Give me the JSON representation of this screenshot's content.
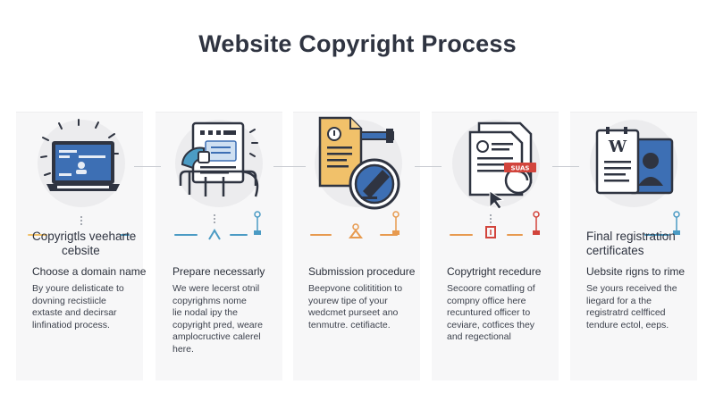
{
  "title": "Website Copyright Process",
  "colors": {
    "dark": "#2f3441",
    "blue": "#3d6fb4",
    "orange": "#e79a4f",
    "red": "#d2443c",
    "teal": "#4b9bc4",
    "yellow": "#f1c16a"
  },
  "steps": [
    {
      "icon": "laptop-website-icon",
      "heading_lines": [
        "Copyrigtls veeharte",
        "cebsite"
      ],
      "subheading": "Choose a domain name",
      "description_lines": [
        "By youre delisticate to",
        "dovning recistiicle",
        "extaste and decirsar",
        "linfinatiod process."
      ]
    },
    {
      "icon": "document-form-icon",
      "heading_lines": [],
      "subheading": "Prepare necessarly",
      "description_lines": [
        "We were lecerst otnil",
        "copyrighms nome",
        "lie nodal ipy the",
        "copyright pred, weare",
        "amplocructive calerel",
        "here."
      ]
    },
    {
      "icon": "submission-badge-icon",
      "heading_lines": [],
      "subheading": "Submission procedure",
      "description_lines": [
        "Beepvone colititition to",
        "yourew tipe of your",
        "wedcmet purseet ano",
        "tenmutre. cetifiacte."
      ]
    },
    {
      "icon": "certificate-seal-icon",
      "heading_lines": [],
      "subheading": "Copytright recedure",
      "description_lines": [
        "Secoore comatling of",
        "compny office here",
        "recuntured officer to",
        "ceviare, cotfices they",
        "and regectional"
      ]
    },
    {
      "icon": "registration-profile-icon",
      "heading_lines": [
        "Final registration",
        "certificates"
      ],
      "subheading": "Uebsite rigns to rime",
      "description_lines": [
        "Se yours received the",
        "liegard for a the",
        "registratrd celfficed",
        "tendure ectol, eeps."
      ]
    }
  ],
  "certificate_stamp_text": "SUAS"
}
